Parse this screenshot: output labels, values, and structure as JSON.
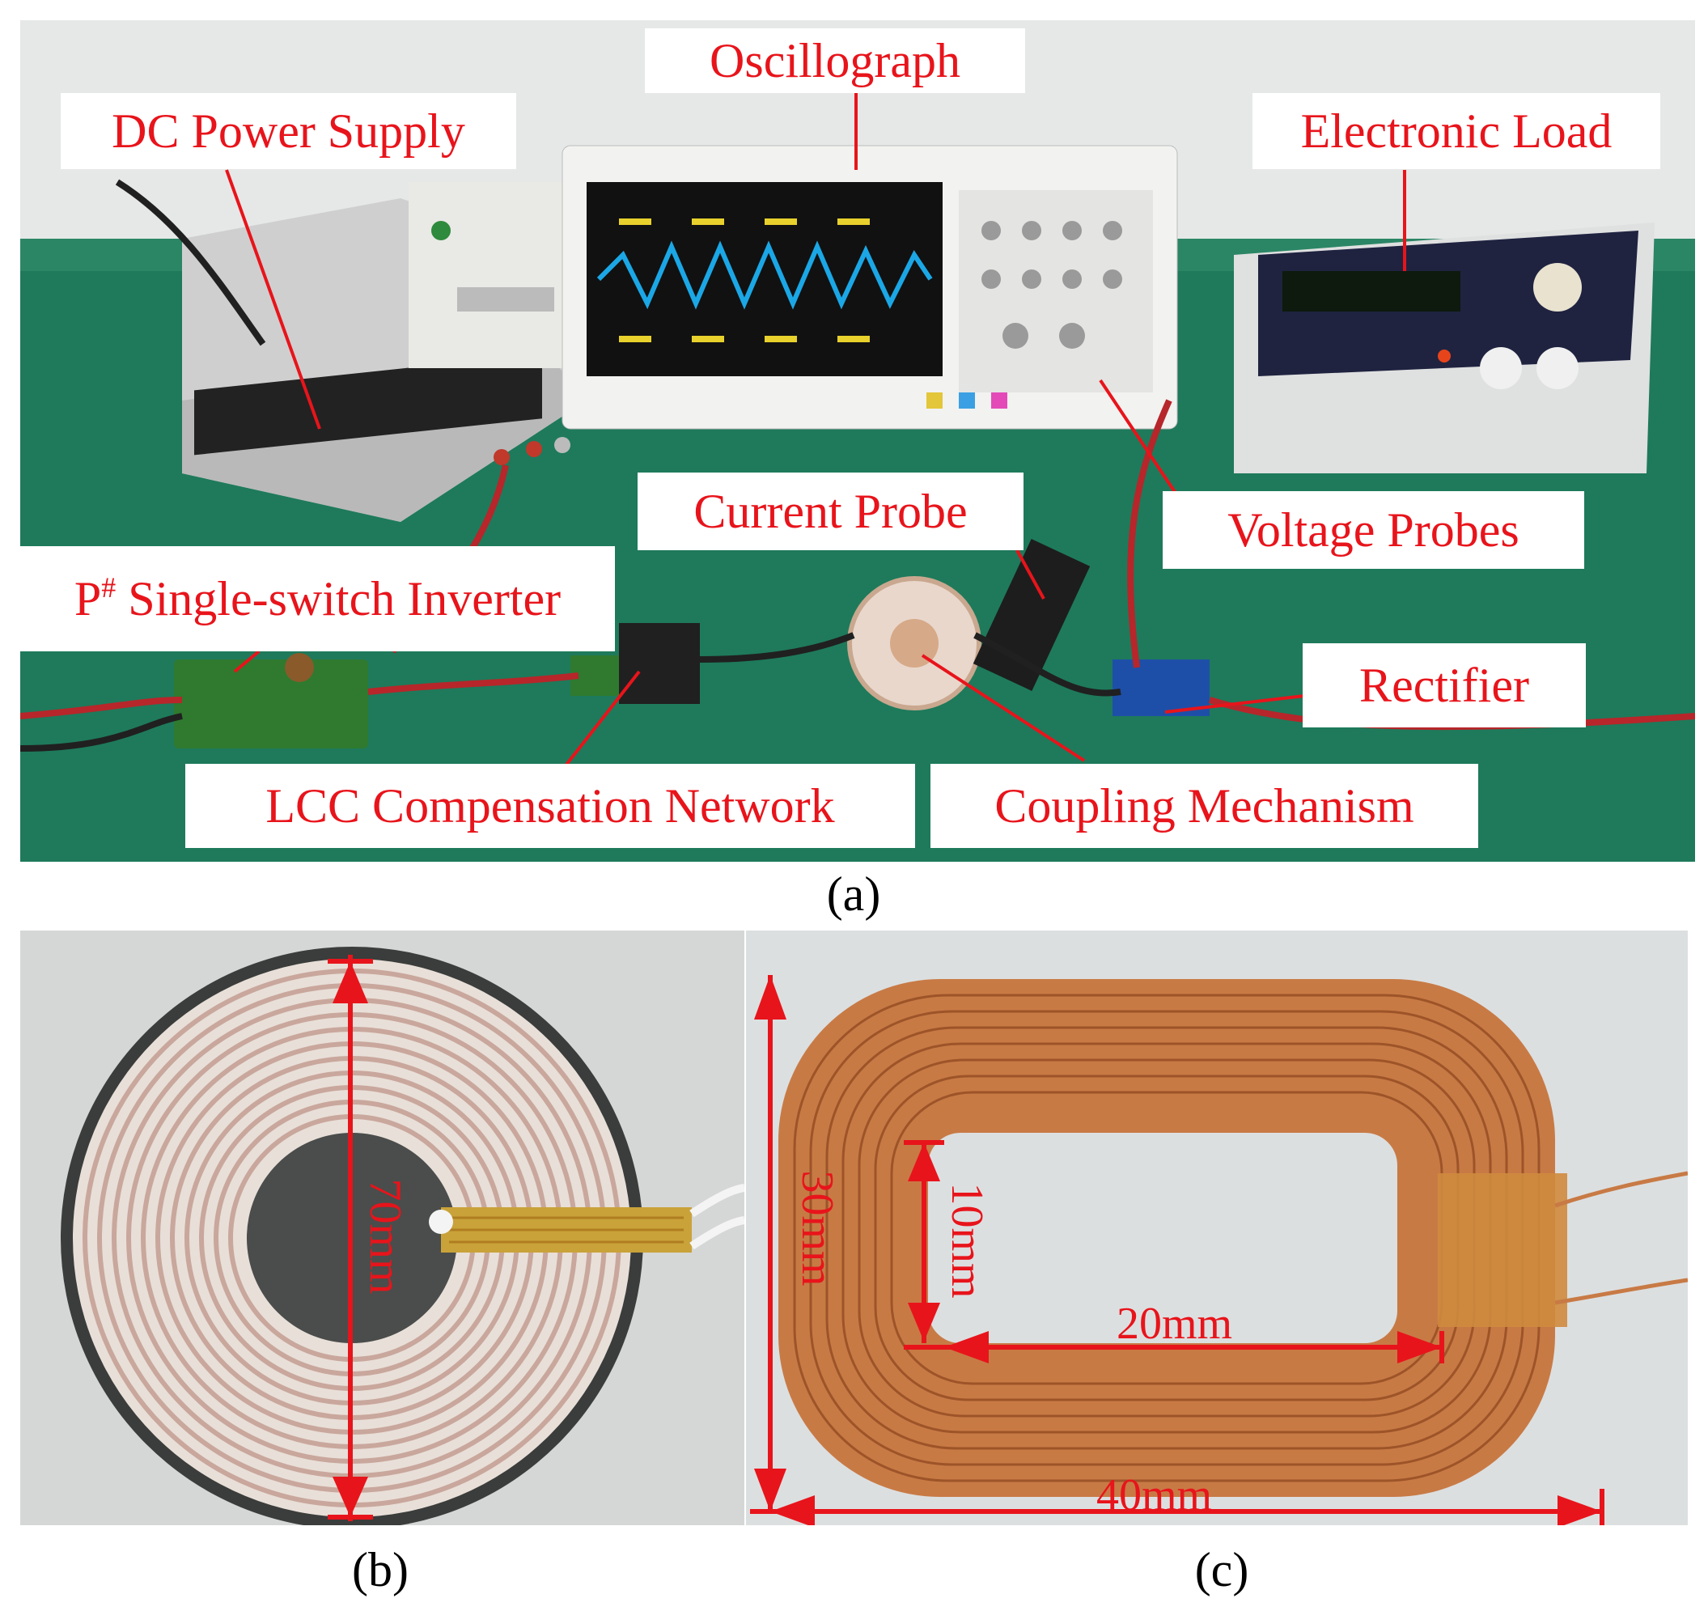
{
  "panel_a": {
    "labels": {
      "oscillograph": "Oscillograph",
      "dc_power_supply": "DC Power Supply",
      "electronic_load": "Electronic Load",
      "current_probe": "Current Probe",
      "voltage_probes": "Voltage Probes",
      "inverter_prefix": "P",
      "inverter_sup": "#",
      "inverter_rest": " Single-switch Inverter",
      "rectifier": "Rectifier",
      "lcc_network": "LCC Compensation Network",
      "coupling_mechanism": "Coupling Mechanism"
    },
    "caption": "(a)"
  },
  "panel_b": {
    "dimension": "70mm",
    "caption": "(b)"
  },
  "panel_c": {
    "dim_height": "30mm",
    "dim_inner_height": "10mm",
    "dim_inner_width": "20mm",
    "dim_width": "40mm",
    "caption": "(c)"
  },
  "colors": {
    "annotation_red": "#e8141b",
    "bench_green": "#1f7a5a",
    "copper": "#c87a45"
  }
}
